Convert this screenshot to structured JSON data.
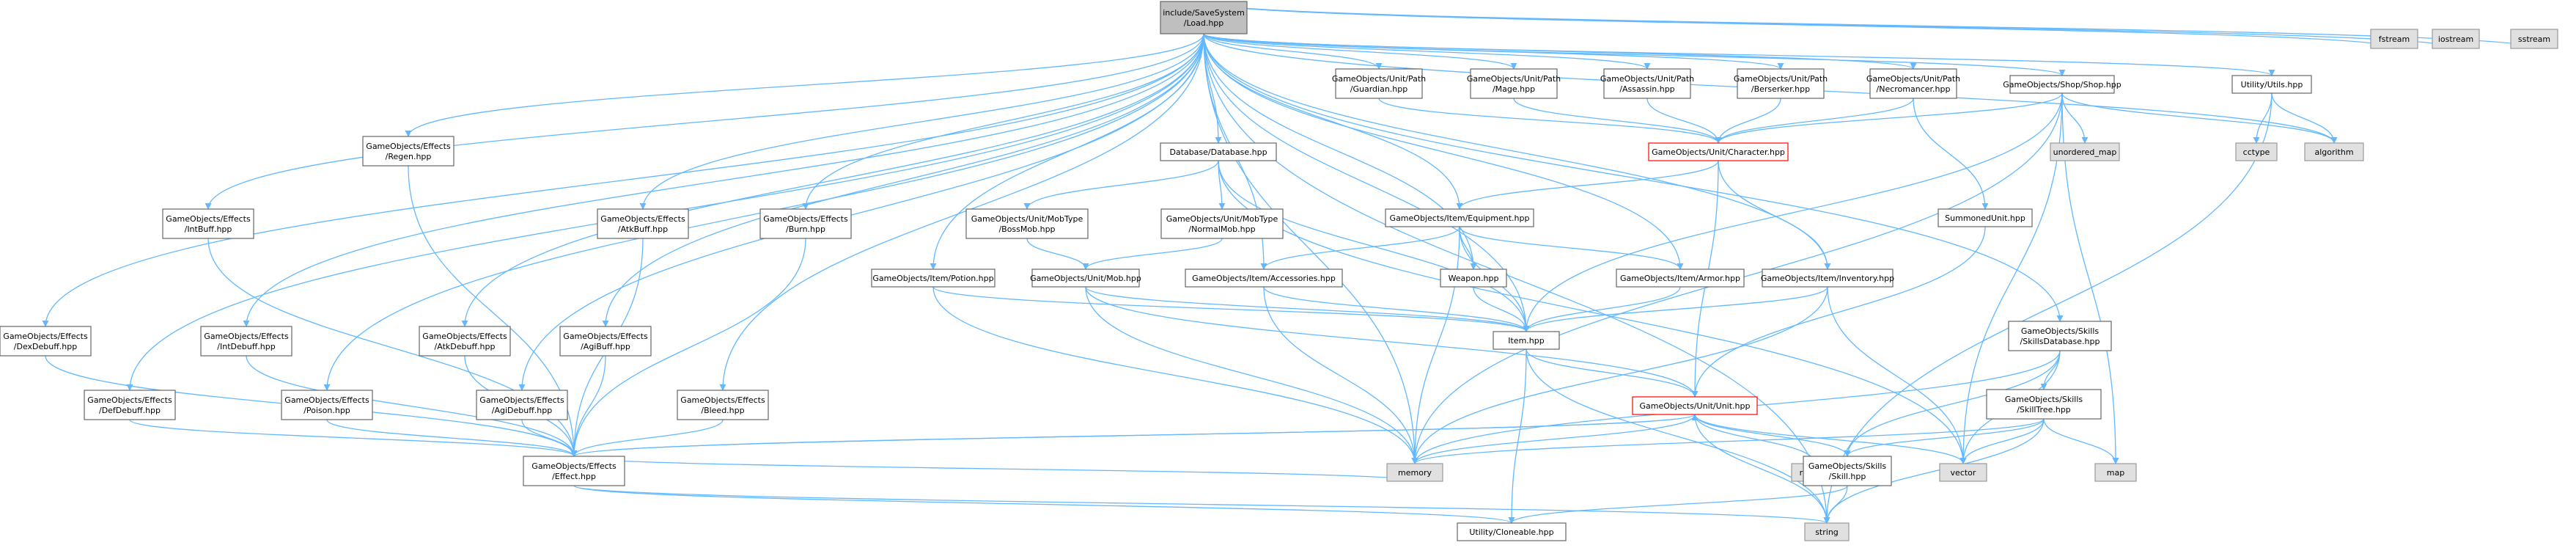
{
  "colors": {
    "node_fill": "#ffffff",
    "node_stroke": "#666666",
    "root_fill": "#bfbfbf",
    "system_fill": "#e0e0e0",
    "system_stroke": "#999999",
    "highlight_stroke": "#ff0000",
    "edge": "#63b8ff"
  },
  "nodes": [
    {
      "id": "root",
      "label": [
        "include/SaveSystem",
        "/Load.hpp"
      ],
      "kind": "root"
    },
    {
      "id": "guardian",
      "label": [
        "GameObjects/Unit/Path",
        "/Guardian.hpp"
      ],
      "kind": "file"
    },
    {
      "id": "mage",
      "label": [
        "GameObjects/Unit/Path",
        "/Mage.hpp"
      ],
      "kind": "file"
    },
    {
      "id": "assassin",
      "label": [
        "GameObjects/Unit/Path",
        "/Assassin.hpp"
      ],
      "kind": "file"
    },
    {
      "id": "berserker",
      "label": [
        "GameObjects/Unit/Path",
        "/Berserker.hpp"
      ],
      "kind": "file"
    },
    {
      "id": "necromancer",
      "label": [
        "GameObjects/Unit/Path",
        "/Necromancer.hpp"
      ],
      "kind": "file"
    },
    {
      "id": "shop",
      "label": [
        "GameObjects/Shop/Shop.hpp"
      ],
      "kind": "file"
    },
    {
      "id": "utils",
      "label": [
        "Utility/Utils.hpp"
      ],
      "kind": "file"
    },
    {
      "id": "fstream",
      "label": [
        "fstream"
      ],
      "kind": "system"
    },
    {
      "id": "iostream",
      "label": [
        "iostream"
      ],
      "kind": "system"
    },
    {
      "id": "sstream",
      "label": [
        "sstream"
      ],
      "kind": "system"
    },
    {
      "id": "cctype",
      "label": [
        "cctype"
      ],
      "kind": "system"
    },
    {
      "id": "algorithm",
      "label": [
        "algorithm"
      ],
      "kind": "system"
    },
    {
      "id": "unordered_map",
      "label": [
        "unordered_map"
      ],
      "kind": "system"
    },
    {
      "id": "character",
      "label": [
        "GameObjects/Unit/Character.hpp"
      ],
      "kind": "highlight"
    },
    {
      "id": "database",
      "label": [
        "Database/Database.hpp"
      ],
      "kind": "file"
    },
    {
      "id": "regen",
      "label": [
        "GameObjects/Effects",
        "/Regen.hpp"
      ],
      "kind": "file"
    },
    {
      "id": "intbuff",
      "label": [
        "GameObjects/Effects",
        "/IntBuff.hpp"
      ],
      "kind": "file"
    },
    {
      "id": "atkbuff",
      "label": [
        "GameObjects/Effects",
        "/AtkBuff.hpp"
      ],
      "kind": "file"
    },
    {
      "id": "burn",
      "label": [
        "GameObjects/Effects",
        "/Burn.hpp"
      ],
      "kind": "file"
    },
    {
      "id": "bossmob",
      "label": [
        "GameObjects/Unit/MobType",
        "/BossMob.hpp"
      ],
      "kind": "file"
    },
    {
      "id": "normalmob",
      "label": [
        "GameObjects/Unit/MobType",
        "/NormalMob.hpp"
      ],
      "kind": "file"
    },
    {
      "id": "equipment",
      "label": [
        "GameObjects/Item/Equipment.hpp"
      ],
      "kind": "file"
    },
    {
      "id": "summoned",
      "label": [
        "SummonedUnit.hpp"
      ],
      "kind": "file"
    },
    {
      "id": "potion",
      "label": [
        "GameObjects/Item/Potion.hpp"
      ],
      "kind": "file"
    },
    {
      "id": "mob",
      "label": [
        "GameObjects/Unit/Mob.hpp"
      ],
      "kind": "file"
    },
    {
      "id": "accessories",
      "label": [
        "GameObjects/Item/Accessories.hpp"
      ],
      "kind": "file"
    },
    {
      "id": "weapon",
      "label": [
        "Weapon.hpp"
      ],
      "kind": "file"
    },
    {
      "id": "armor",
      "label": [
        "GameObjects/Item/Armor.hpp"
      ],
      "kind": "file"
    },
    {
      "id": "inventory",
      "label": [
        "GameObjects/Item/Inventory.hpp"
      ],
      "kind": "file"
    },
    {
      "id": "dexdebuff",
      "label": [
        "GameObjects/Effects",
        "/DexDebuff.hpp"
      ],
      "kind": "file"
    },
    {
      "id": "intdebuff",
      "label": [
        "GameObjects/Effects",
        "/IntDebuff.hpp"
      ],
      "kind": "file"
    },
    {
      "id": "atkdebuff",
      "label": [
        "GameObjects/Effects",
        "/AtkDebuff.hpp"
      ],
      "kind": "file"
    },
    {
      "id": "agibuff",
      "label": [
        "GameObjects/Effects",
        "/AgiBuff.hpp"
      ],
      "kind": "file"
    },
    {
      "id": "item",
      "label": [
        "Item.hpp"
      ],
      "kind": "file"
    },
    {
      "id": "skillsdb",
      "label": [
        "GameObjects/Skills",
        "/SkillsDatabase.hpp"
      ],
      "kind": "file"
    },
    {
      "id": "defdebuff",
      "label": [
        "GameObjects/Effects",
        "/DefDebuff.hpp"
      ],
      "kind": "file"
    },
    {
      "id": "poison",
      "label": [
        "GameObjects/Effects",
        "/Poison.hpp"
      ],
      "kind": "file"
    },
    {
      "id": "agidebuff",
      "label": [
        "GameObjects/Effects",
        "/AgiDebuff.hpp"
      ],
      "kind": "file"
    },
    {
      "id": "bleed",
      "label": [
        "GameObjects/Effects",
        "/Bleed.hpp"
      ],
      "kind": "file"
    },
    {
      "id": "unit",
      "label": [
        "GameObjects/Unit/Unit.hpp"
      ],
      "kind": "highlight"
    },
    {
      "id": "skilltree",
      "label": [
        "GameObjects/Skills",
        "/SkillTree.hpp"
      ],
      "kind": "file"
    },
    {
      "id": "effect",
      "label": [
        "GameObjects/Effects",
        "/Effect.hpp"
      ],
      "kind": "file"
    },
    {
      "id": "memory",
      "label": [
        "memory"
      ],
      "kind": "system"
    },
    {
      "id": "random",
      "label": [
        "random"
      ],
      "kind": "system"
    },
    {
      "id": "skill",
      "label": [
        "GameObjects/Skills",
        "/Skill.hpp"
      ],
      "kind": "file"
    },
    {
      "id": "vector",
      "label": [
        "vector"
      ],
      "kind": "system"
    },
    {
      "id": "map",
      "label": [
        "map"
      ],
      "kind": "system"
    },
    {
      "id": "cloneable",
      "label": [
        "Utility/Cloneable.hpp"
      ],
      "kind": "file"
    },
    {
      "id": "string",
      "label": [
        "string"
      ],
      "kind": "system"
    }
  ],
  "edges": [
    [
      "root",
      "guardian"
    ],
    [
      "root",
      "mage"
    ],
    [
      "root",
      "assassin"
    ],
    [
      "root",
      "berserker"
    ],
    [
      "root",
      "necromancer"
    ],
    [
      "root",
      "shop"
    ],
    [
      "root",
      "utils"
    ],
    [
      "root",
      "fstream"
    ],
    [
      "root",
      "iostream"
    ],
    [
      "root",
      "sstream"
    ],
    [
      "root",
      "algorithm"
    ],
    [
      "root",
      "database"
    ],
    [
      "root",
      "regen"
    ],
    [
      "root",
      "intbuff"
    ],
    [
      "root",
      "atkbuff"
    ],
    [
      "root",
      "burn"
    ],
    [
      "root",
      "dexdebuff"
    ],
    [
      "root",
      "intdebuff"
    ],
    [
      "root",
      "atkdebuff"
    ],
    [
      "root",
      "agibuff"
    ],
    [
      "root",
      "defdebuff"
    ],
    [
      "root",
      "poison"
    ],
    [
      "root",
      "agidebuff"
    ],
    [
      "root",
      "bleed"
    ],
    [
      "root",
      "potion"
    ],
    [
      "root",
      "accessories"
    ],
    [
      "root",
      "weapon"
    ],
    [
      "root",
      "armor"
    ],
    [
      "root",
      "inventory"
    ],
    [
      "root",
      "equipment"
    ],
    [
      "root",
      "skillsdb"
    ],
    [
      "root",
      "memory"
    ],
    [
      "root",
      "string"
    ],
    [
      "root",
      "item"
    ],
    [
      "guardian",
      "character"
    ],
    [
      "mage",
      "character"
    ],
    [
      "assassin",
      "character"
    ],
    [
      "berserker",
      "character"
    ],
    [
      "necromancer",
      "character"
    ],
    [
      "necromancer",
      "summoned"
    ],
    [
      "shop",
      "character"
    ],
    [
      "shop",
      "unordered_map"
    ],
    [
      "shop",
      "item"
    ],
    [
      "shop",
      "vector"
    ],
    [
      "shop",
      "map"
    ],
    [
      "shop",
      "memory"
    ],
    [
      "shop",
      "algorithm"
    ],
    [
      "utils",
      "cctype"
    ],
    [
      "utils",
      "algorithm"
    ],
    [
      "utils",
      "string"
    ],
    [
      "character",
      "equipment"
    ],
    [
      "character",
      "inventory"
    ],
    [
      "character",
      "unit"
    ],
    [
      "database",
      "bossmob"
    ],
    [
      "database",
      "normalmob"
    ],
    [
      "database",
      "item"
    ],
    [
      "database",
      "vector"
    ],
    [
      "bossmob",
      "mob"
    ],
    [
      "normalmob",
      "mob"
    ],
    [
      "mob",
      "unit"
    ],
    [
      "mob",
      "item"
    ],
    [
      "mob",
      "memory"
    ],
    [
      "equipment",
      "accessories"
    ],
    [
      "equipment",
      "weapon"
    ],
    [
      "equipment",
      "armor"
    ],
    [
      "equipment",
      "item"
    ],
    [
      "equipment",
      "memory"
    ],
    [
      "accessories",
      "item"
    ],
    [
      "accessories",
      "memory"
    ],
    [
      "weapon",
      "item"
    ],
    [
      "armor",
      "item"
    ],
    [
      "inventory",
      "item"
    ],
    [
      "inventory",
      "memory"
    ],
    [
      "inventory",
      "vector"
    ],
    [
      "potion",
      "item"
    ],
    [
      "potion",
      "memory"
    ],
    [
      "summoned",
      "unit"
    ],
    [
      "item",
      "unit"
    ],
    [
      "item",
      "cloneable"
    ],
    [
      "item",
      "string"
    ],
    [
      "skillsdb",
      "skilltree"
    ],
    [
      "skillsdb",
      "skill"
    ],
    [
      "skillsdb",
      "memory"
    ],
    [
      "skillsdb",
      "vector"
    ],
    [
      "skilltree",
      "skill"
    ],
    [
      "skilltree",
      "vector"
    ],
    [
      "skilltree",
      "map"
    ],
    [
      "skilltree",
      "memory"
    ],
    [
      "skilltree",
      "string"
    ],
    [
      "regen",
      "effect"
    ],
    [
      "intbuff",
      "effect"
    ],
    [
      "atkbuff",
      "effect"
    ],
    [
      "burn",
      "effect"
    ],
    [
      "dexdebuff",
      "effect"
    ],
    [
      "intdebuff",
      "effect"
    ],
    [
      "atkdebuff",
      "effect"
    ],
    [
      "agibuff",
      "effect"
    ],
    [
      "defdebuff",
      "effect"
    ],
    [
      "poison",
      "effect"
    ],
    [
      "agidebuff",
      "effect"
    ],
    [
      "bleed",
      "effect"
    ],
    [
      "unit",
      "effect"
    ],
    [
      "unit",
      "memory"
    ],
    [
      "unit",
      "random"
    ],
    [
      "unit",
      "skill"
    ],
    [
      "unit",
      "vector"
    ],
    [
      "unit",
      "string"
    ],
    [
      "effect",
      "unit"
    ],
    [
      "effect",
      "cloneable"
    ],
    [
      "effect",
      "string"
    ],
    [
      "effect",
      "memory"
    ],
    [
      "skill",
      "cloneable"
    ],
    [
      "skill",
      "string"
    ]
  ]
}
